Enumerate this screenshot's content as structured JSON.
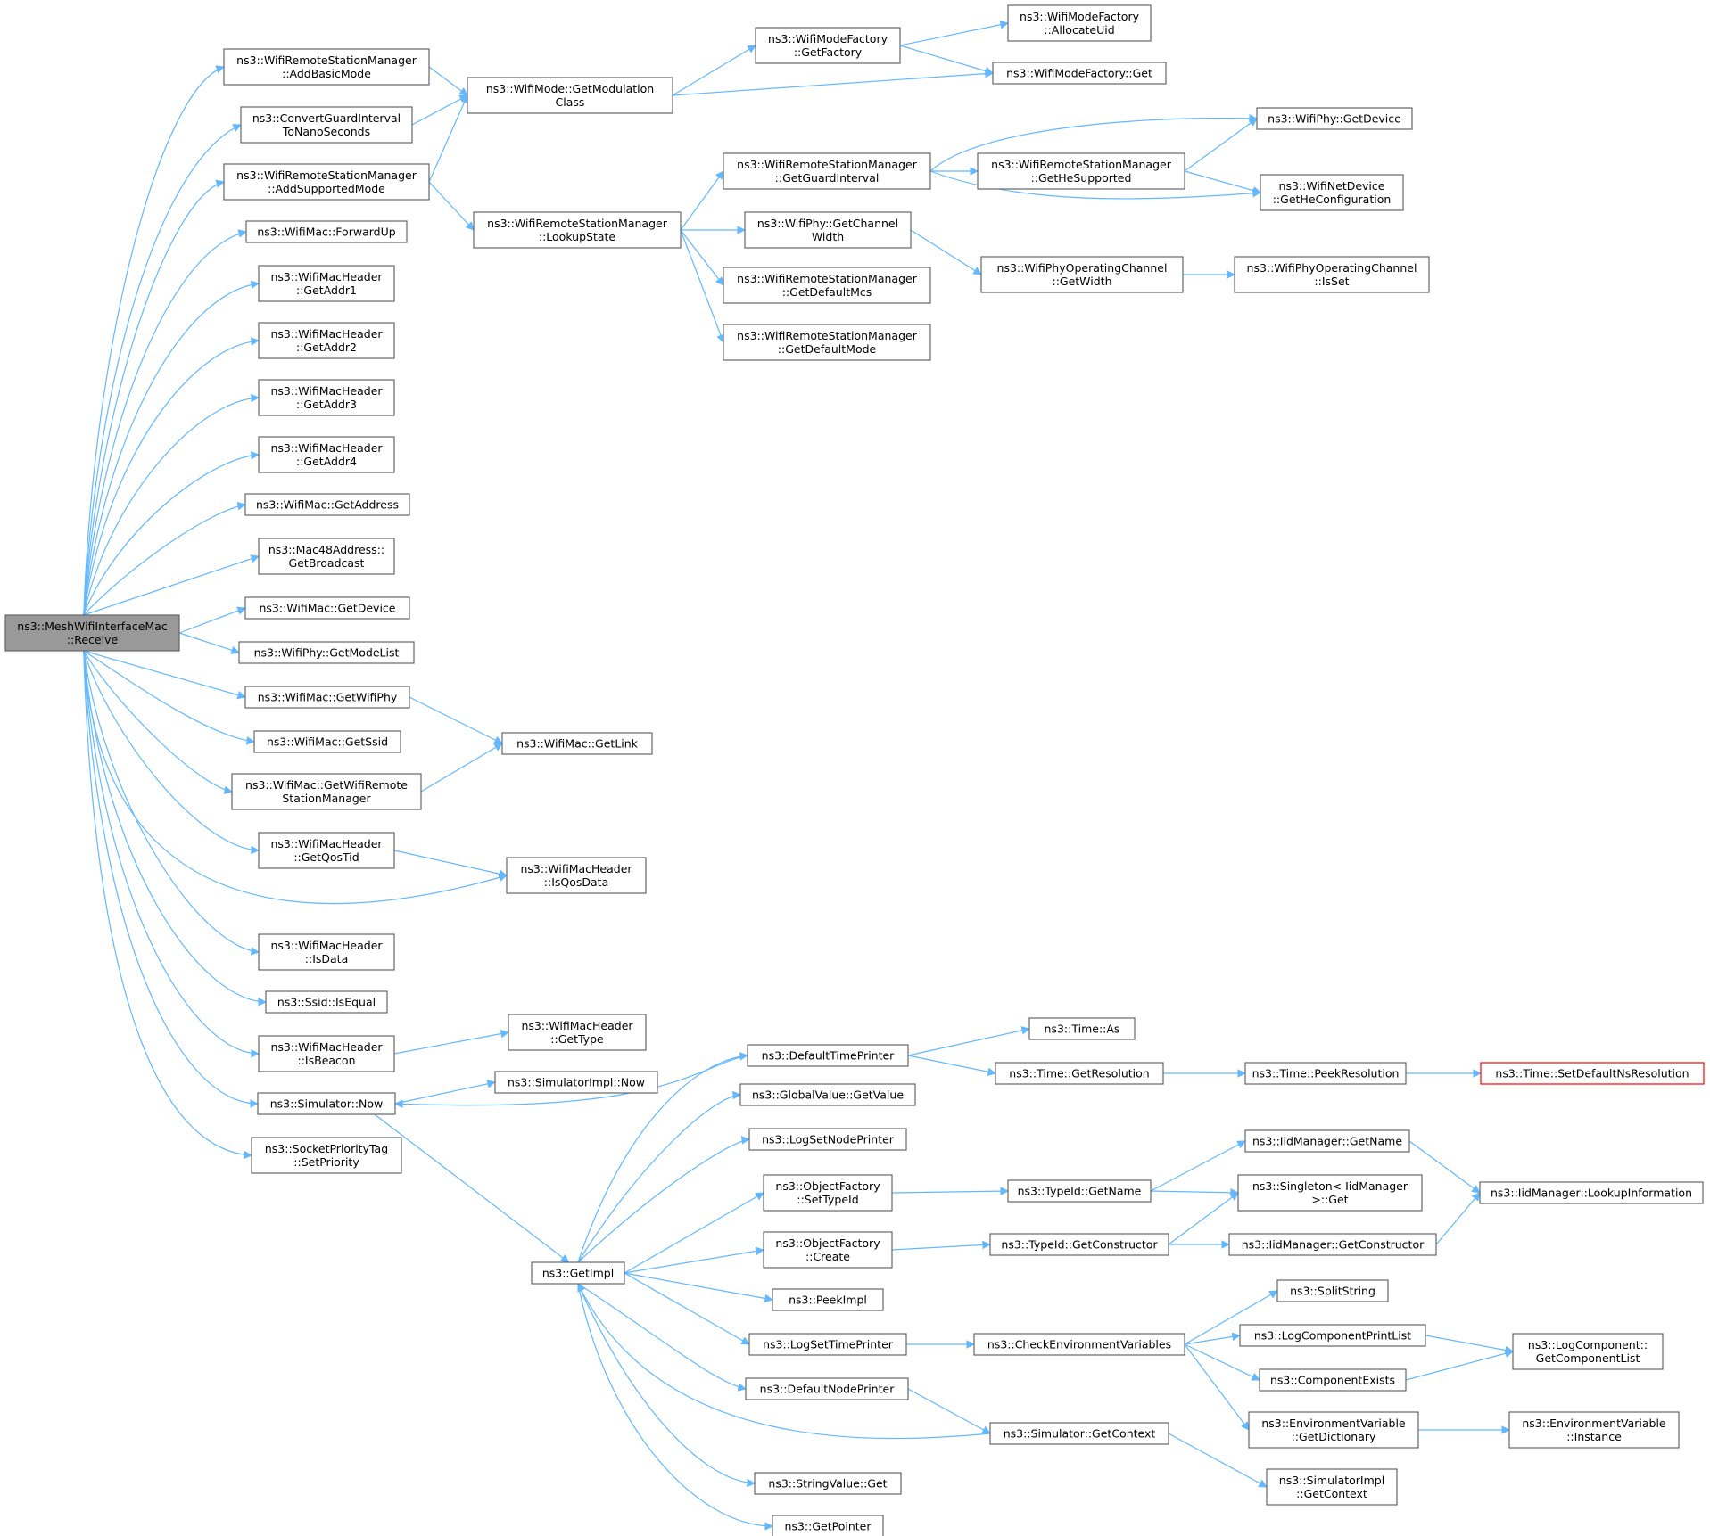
{
  "diagram": {
    "nodes": [
      {
        "id": "root",
        "lines": [
          "ns3::MeshWifiInterfaceMac",
          "::Receive"
        ],
        "style": "root"
      },
      {
        "id": "addBasicMode",
        "lines": [
          "ns3::WifiRemoteStationManager",
          "::AddBasicMode"
        ]
      },
      {
        "id": "convertGI",
        "lines": [
          "ns3::ConvertGuardInterval",
          "ToNanoSeconds"
        ]
      },
      {
        "id": "addSupportedMode",
        "lines": [
          "ns3::WifiRemoteStationManager",
          "::AddSupportedMode"
        ]
      },
      {
        "id": "forwardUp",
        "lines": [
          "ns3::WifiMac::ForwardUp"
        ]
      },
      {
        "id": "getAddr1",
        "lines": [
          "ns3::WifiMacHeader",
          "::GetAddr1"
        ]
      },
      {
        "id": "getAddr2",
        "lines": [
          "ns3::WifiMacHeader",
          "::GetAddr2"
        ]
      },
      {
        "id": "getAddr3",
        "lines": [
          "ns3::WifiMacHeader",
          "::GetAddr3"
        ]
      },
      {
        "id": "getAddr4",
        "lines": [
          "ns3::WifiMacHeader",
          "::GetAddr4"
        ]
      },
      {
        "id": "getAddress",
        "lines": [
          "ns3::WifiMac::GetAddress"
        ]
      },
      {
        "id": "getBroadcast",
        "lines": [
          "ns3::Mac48Address::",
          "GetBroadcast"
        ]
      },
      {
        "id": "macGetDevice",
        "lines": [
          "ns3::WifiMac::GetDevice"
        ]
      },
      {
        "id": "getModeList",
        "lines": [
          "ns3::WifiPhy::GetModeList"
        ]
      },
      {
        "id": "getWifiPhy",
        "lines": [
          "ns3::WifiMac::GetWifiPhy"
        ]
      },
      {
        "id": "getSsid",
        "lines": [
          "ns3::WifiMac::GetSsid"
        ]
      },
      {
        "id": "getWifiRSM",
        "lines": [
          "ns3::WifiMac::GetWifiRemote",
          "StationManager"
        ]
      },
      {
        "id": "getQosTid",
        "lines": [
          "ns3::WifiMacHeader",
          "::GetQosTid"
        ]
      },
      {
        "id": "isData",
        "lines": [
          "ns3::WifiMacHeader",
          "::IsData"
        ]
      },
      {
        "id": "isEqual",
        "lines": [
          "ns3::Ssid::IsEqual"
        ]
      },
      {
        "id": "isBeacon",
        "lines": [
          "ns3::WifiMacHeader",
          "::IsBeacon"
        ]
      },
      {
        "id": "simNow",
        "lines": [
          "ns3::Simulator::Now"
        ]
      },
      {
        "id": "setPriority",
        "lines": [
          "ns3::SocketPriorityTag",
          "::SetPriority"
        ]
      },
      {
        "id": "getModClass",
        "lines": [
          "ns3::WifiMode::GetModulation",
          "Class"
        ]
      },
      {
        "id": "lookupState",
        "lines": [
          "ns3::WifiRemoteStationManager",
          "::LookupState"
        ]
      },
      {
        "id": "getLink",
        "lines": [
          "ns3::WifiMac::GetLink"
        ]
      },
      {
        "id": "isQosData",
        "lines": [
          "ns3::WifiMacHeader",
          "::IsQosData"
        ]
      },
      {
        "id": "getType",
        "lines": [
          "ns3::WifiMacHeader",
          "::GetType"
        ]
      },
      {
        "id": "simImplNow",
        "lines": [
          "ns3::SimulatorImpl::Now"
        ]
      },
      {
        "id": "getImpl",
        "lines": [
          "ns3::GetImpl"
        ]
      },
      {
        "id": "getFactory",
        "lines": [
          "ns3::WifiModeFactory",
          "::GetFactory"
        ]
      },
      {
        "id": "allocateUid",
        "lines": [
          "ns3::WifiModeFactory",
          "::AllocateUid"
        ]
      },
      {
        "id": "factoryGet",
        "lines": [
          "ns3::WifiModeFactory::Get"
        ]
      },
      {
        "id": "getGuardInterval",
        "lines": [
          "ns3::WifiRemoteStationManager",
          "::GetGuardInterval"
        ]
      },
      {
        "id": "getHeSupported",
        "lines": [
          "ns3::WifiRemoteStationManager",
          "::GetHeSupported"
        ]
      },
      {
        "id": "phyGetDevice",
        "lines": [
          "ns3::WifiPhy::GetDevice"
        ]
      },
      {
        "id": "getHeConfig",
        "lines": [
          "ns3::WifiNetDevice",
          "::GetHeConfiguration"
        ]
      },
      {
        "id": "getChannelWidth",
        "lines": [
          "ns3::WifiPhy::GetChannel",
          "Width"
        ]
      },
      {
        "id": "getWidth",
        "lines": [
          "ns3::WifiPhyOperatingChannel",
          "::GetWidth"
        ]
      },
      {
        "id": "isSet",
        "lines": [
          "ns3::WifiPhyOperatingChannel",
          "::IsSet"
        ]
      },
      {
        "id": "getDefaultMcs",
        "lines": [
          "ns3::WifiRemoteStationManager",
          "::GetDefaultMcs"
        ]
      },
      {
        "id": "getDefaultMode",
        "lines": [
          "ns3::WifiRemoteStationManager",
          "::GetDefaultMode"
        ]
      },
      {
        "id": "defaultTimePrinter",
        "lines": [
          "ns3::DefaultTimePrinter"
        ]
      },
      {
        "id": "globalGetValue",
        "lines": [
          "ns3::GlobalValue::GetValue"
        ]
      },
      {
        "id": "logSetNodePrinter",
        "lines": [
          "ns3::LogSetNodePrinter"
        ]
      },
      {
        "id": "setTypeId",
        "lines": [
          "ns3::ObjectFactory",
          "::SetTypeId"
        ]
      },
      {
        "id": "ofCreate",
        "lines": [
          "ns3::ObjectFactory",
          "::Create"
        ]
      },
      {
        "id": "peekImpl",
        "lines": [
          "ns3::PeekImpl"
        ]
      },
      {
        "id": "logSetTimePrinter",
        "lines": [
          "ns3::LogSetTimePrinter"
        ]
      },
      {
        "id": "defaultNodePrinter",
        "lines": [
          "ns3::DefaultNodePrinter"
        ]
      },
      {
        "id": "stringGet",
        "lines": [
          "ns3::StringValue::Get"
        ]
      },
      {
        "id": "getPointer",
        "lines": [
          "ns3::GetPointer"
        ]
      },
      {
        "id": "timeAs",
        "lines": [
          "ns3::Time::As"
        ]
      },
      {
        "id": "getResolution",
        "lines": [
          "ns3::Time::GetResolution"
        ]
      },
      {
        "id": "peekResolution",
        "lines": [
          "ns3::Time::PeekResolution"
        ]
      },
      {
        "id": "setDefaultNsRes",
        "lines": [
          "ns3::Time::SetDefaultNsResolution"
        ],
        "style": "red"
      },
      {
        "id": "typeIdGetName",
        "lines": [
          "ns3::TypeId::GetName"
        ]
      },
      {
        "id": "iidGetName",
        "lines": [
          "ns3::IidManager::GetName"
        ]
      },
      {
        "id": "singletonGet",
        "lines": [
          "ns3::Singleton< IidManager",
          ">::Get"
        ]
      },
      {
        "id": "lookupInfo",
        "lines": [
          "ns3::IidManager::LookupInformation"
        ]
      },
      {
        "id": "typeIdGetCtor",
        "lines": [
          "ns3::TypeId::GetConstructor"
        ]
      },
      {
        "id": "iidGetCtor",
        "lines": [
          "ns3::IidManager::GetConstructor"
        ]
      },
      {
        "id": "checkEnvVars",
        "lines": [
          "ns3::CheckEnvironmentVariables"
        ]
      },
      {
        "id": "splitString",
        "lines": [
          "ns3::SplitString"
        ]
      },
      {
        "id": "logCompPrintList",
        "lines": [
          "ns3::LogComponentPrintList"
        ]
      },
      {
        "id": "componentExists",
        "lines": [
          "ns3::ComponentExists"
        ]
      },
      {
        "id": "envGetDict",
        "lines": [
          "ns3::EnvironmentVariable",
          "::GetDictionary"
        ]
      },
      {
        "id": "logGetCompList",
        "lines": [
          "ns3::LogComponent::",
          "GetComponentList"
        ]
      },
      {
        "id": "envInstance",
        "lines": [
          "ns3::EnvironmentVariable",
          "::Instance"
        ]
      },
      {
        "id": "simGetContext",
        "lines": [
          "ns3::Simulator::GetContext"
        ]
      },
      {
        "id": "simImplGetContext",
        "lines": [
          "ns3::SimulatorImpl",
          "::GetContext"
        ]
      }
    ]
  }
}
